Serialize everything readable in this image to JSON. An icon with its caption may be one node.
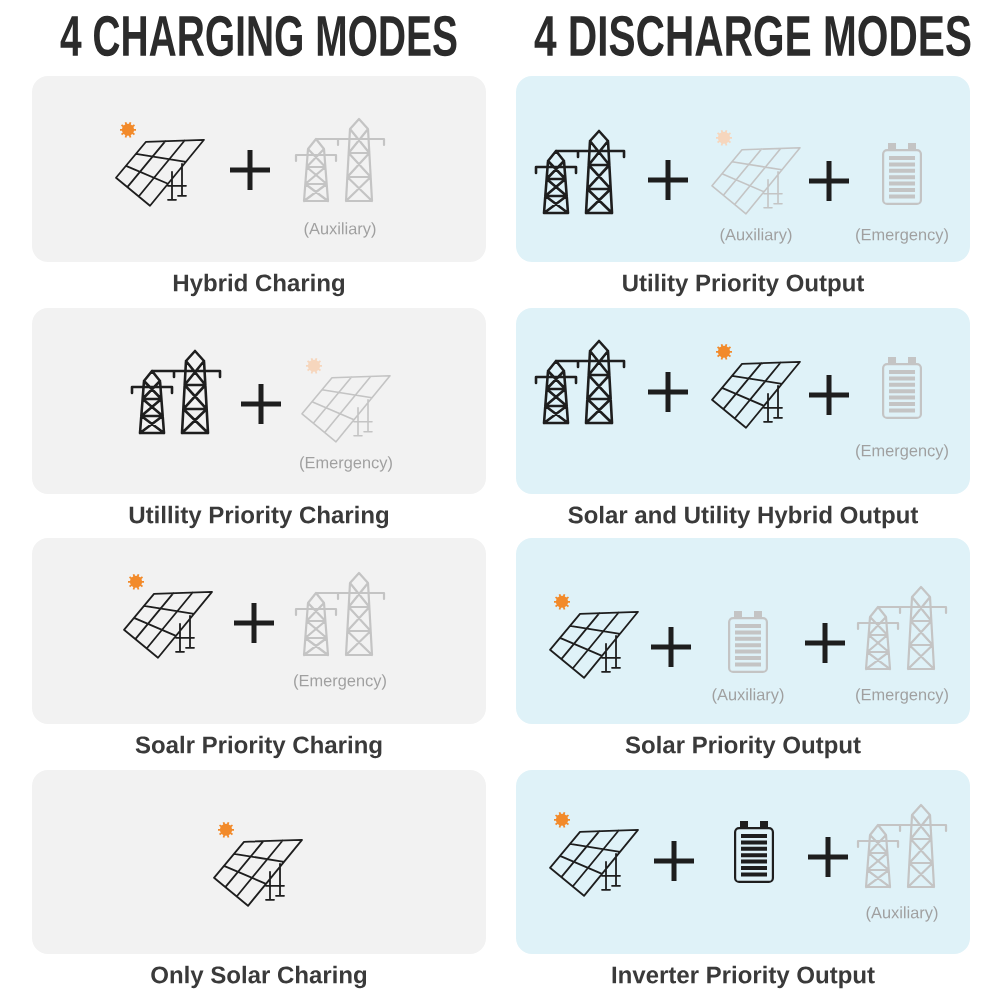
{
  "diagram": {
    "nodes": [
      {
        "text": [
          "Hybrid Charing"
        ]
      },
      {
        "text": [],
        "shape": "picture",
        "in": 0
      },
      {
        "text": [
          "(Auxiliary)"
        ],
        "in": 0
      },
      {
        "text": [
          "Utility Priority Output"
        ]
      },
      {
        "text": [],
        "shape": "picture",
        "in": 3
      },
      {
        "text": [
          "(Auxiliary)"
        ],
        "in": 3
      },
      {
        "text": [
          "(Emergency)"
        ],
        "in": 3
      },
      {
        "text": [
          "Utillity Priority Charing"
        ]
      },
      {
        "text": [],
        "shape": "picture",
        "in": 7
      },
      {
        "text": [
          "(Emergency)"
        ],
        "in": 7
      },
      {
        "text": [
          "Solar and Utility Hybrid Output"
        ]
      },
      {
        "text": [],
        "shape": "picture",
        "in": 10
      },
      {
        "text": [],
        "shape": "picture",
        "in": 10
      },
      {
        "text": [
          "(Emergency)"
        ],
        "in": 10
      },
      {
        "text": [
          "Soalr Priority Charing"
        ]
      },
      {
        "text": [],
        "shape": "picture",
        "in": 14
      },
      {
        "text": [
          "(Emergency)"
        ],
        "in": 14
      },
      {
        "text": [
          "Solar Priority Output"
        ]
      },
      {
        "text": [],
        "shape": "picture",
        "in": 17
      },
      {
        "text": [
          "(Auxiliary)"
        ],
        "in": 17
      },
      {
        "text": [
          "(Emergency)"
        ],
        "in": 17
      },
      {
        "text": [
          "Only Solar Charing"
        ]
      },
      {
        "text": [],
        "shape": "picture",
        "in": 21
      },
      {
        "text": [
          "Inverter Priority Output"
        ]
      },
      {
        "text": [],
        "shape": "picture",
        "in": 23
      },
      {
        "text": [],
        "shape": "picture",
        "in": 23
      },
      {
        "text": [
          "(Auxiliary)"
        ],
        "in": 23
      }
    ],
    "labels": [
      "4 CHARGING MODES",
      "4 DISCHARGE MODES"
    ]
  }
}
